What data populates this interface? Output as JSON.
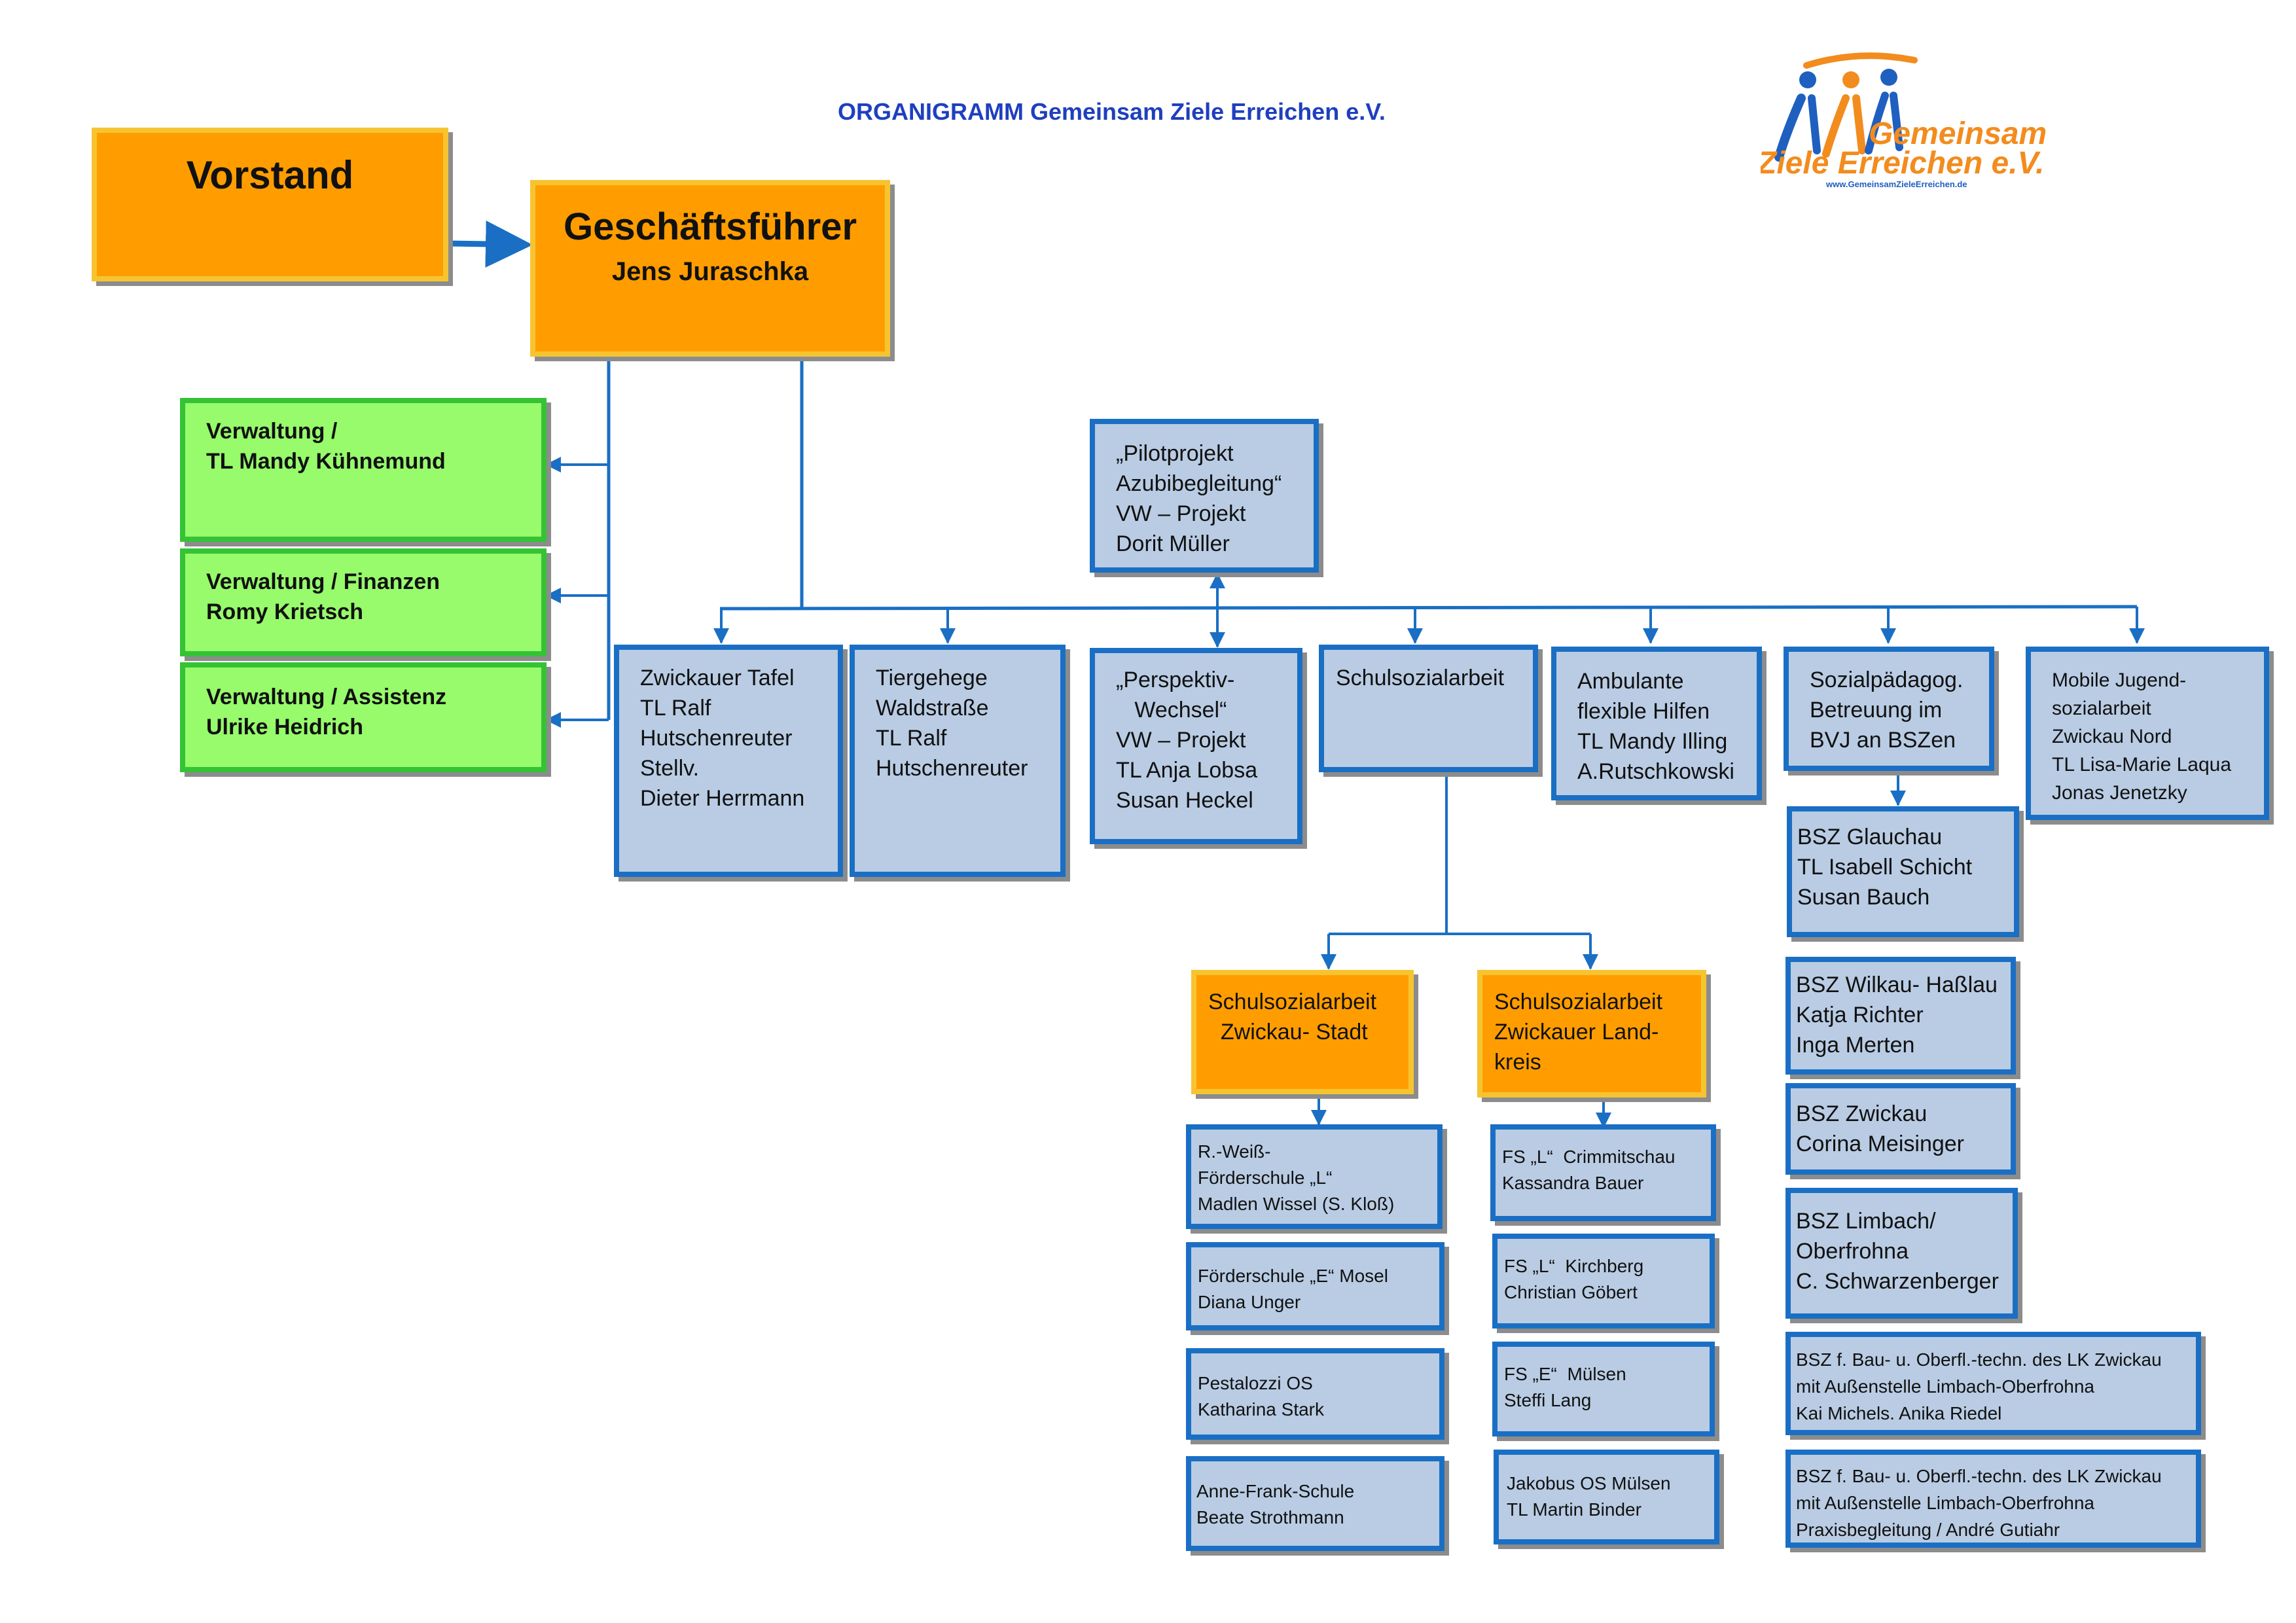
{
  "title": "ORGANIGRAMM Gemeinsam Ziele Erreichen e.V.",
  "logo": {
    "line1": "Gemeinsam",
    "line2": "Ziele Erreichen e.V.",
    "url": "www.GemeinsamZieleErreichen.de"
  },
  "colors": {
    "accent_blue": "#1a6fc4",
    "box_blue": "#b9cce4",
    "green": "#97fb6c",
    "orange": "#ff9d00",
    "title": "#1f3fbf",
    "logo_orange": "#f28c1e"
  },
  "vorstand": {
    "label": "Vorstand"
  },
  "geschaeftsfuehrer": {
    "label": "Geschäftsführer",
    "name": "Jens Juraschka"
  },
  "verwaltung": [
    {
      "lines": [
        "Verwaltung /",
        "TL Mandy Kühnemund"
      ]
    },
    {
      "lines": [
        "Verwaltung / Finanzen",
        "Romy Krietsch"
      ]
    },
    {
      "lines": [
        "Verwaltung / Assistenz",
        "Ulrike Heidrich"
      ]
    }
  ],
  "pilotprojekt": {
    "lines": [
      "„Pilotprojekt",
      "Azubibegleitung“",
      "VW – Projekt",
      "Dorit Müller"
    ]
  },
  "departments": [
    {
      "lines": [
        "Zwickauer Tafel",
        "TL Ralf",
        "Hutschenreuter",
        "Stellv.",
        "Dieter Herrmann"
      ]
    },
    {
      "lines": [
        "Tiergehege",
        "Waldstraße",
        "TL Ralf",
        "Hutschenreuter"
      ]
    },
    {
      "lines": [
        "„Perspektiv-",
        "   Wechsel“",
        "VW – Projekt",
        "TL Anja Lobsa",
        "Susan Heckel"
      ]
    },
    {
      "lines": [
        "Schulsozialarbeit"
      ]
    },
    {
      "lines": [
        "Ambulante",
        "flexible Hilfen",
        "TL Mandy Illing",
        "A.Rutschkowski"
      ]
    },
    {
      "lines": [
        "Sozialpädagog.",
        "Betreuung im",
        "BVJ an BSZen"
      ]
    },
    {
      "lines": [
        "Mobile Jugend-",
        "sozialarbeit",
        "Zwickau Nord",
        "TL Lisa-Marie Laqua",
        "Jonas Jenetzky"
      ]
    }
  ],
  "ssa_stadt": {
    "lines": [
      "Schulsozialarbeit",
      "  Zwickau- Stadt"
    ]
  },
  "ssa_land": {
    "lines": [
      "Schulsozialarbeit",
      "Zwickauer Land-",
      "kreis"
    ]
  },
  "stadt_schools": [
    {
      "lines": [
        "R.-Weiß-",
        "Förderschule „L“",
        "Madlen Wissel (S. Kloß)"
      ]
    },
    {
      "lines": [
        "Förderschule „E“ Mosel",
        "Diana Unger"
      ]
    },
    {
      "lines": [
        "Pestalozzi OS",
        "Katharina Stark"
      ]
    },
    {
      "lines": [
        "Anne-Frank-Schule",
        "Beate Strothmann"
      ]
    }
  ],
  "land_schools": [
    {
      "lines": [
        "FS „L“  Crimmitschau",
        "Kassandra Bauer"
      ]
    },
    {
      "lines": [
        "FS „L“  Kirchberg",
        "Christian Göbert"
      ]
    },
    {
      "lines": [
        "FS „E“  Mülsen",
        "Steffi Lang"
      ]
    },
    {
      "lines": [
        "Jakobus OS Mülsen",
        "TL Martin Binder"
      ]
    }
  ],
  "bsz": [
    {
      "lines": [
        "BSZ Glauchau",
        "TL Isabell Schicht",
        "Susan Bauch"
      ]
    },
    {
      "lines": [
        "BSZ Wilkau- Haßlau",
        "Katja Richter",
        "Inga Merten"
      ]
    },
    {
      "lines": [
        "BSZ Zwickau",
        "Corina Meisinger"
      ]
    },
    {
      "lines": [
        "BSZ Limbach/",
        "Oberfrohna",
        "C. Schwarzenberger"
      ]
    },
    {
      "lines": [
        "BSZ f. Bau- u. Oberfl.-techn. des LK Zwickau",
        "mit Außenstelle Limbach-Oberfrohna",
        "Kai Michels. Anika Riedel"
      ]
    },
    {
      "lines": [
        "BSZ f. Bau- u. Oberfl.-techn. des LK Zwickau",
        "mit Außenstelle Limbach-Oberfrohna",
        "Praxisbegleitung / André Gutiahr"
      ]
    }
  ]
}
